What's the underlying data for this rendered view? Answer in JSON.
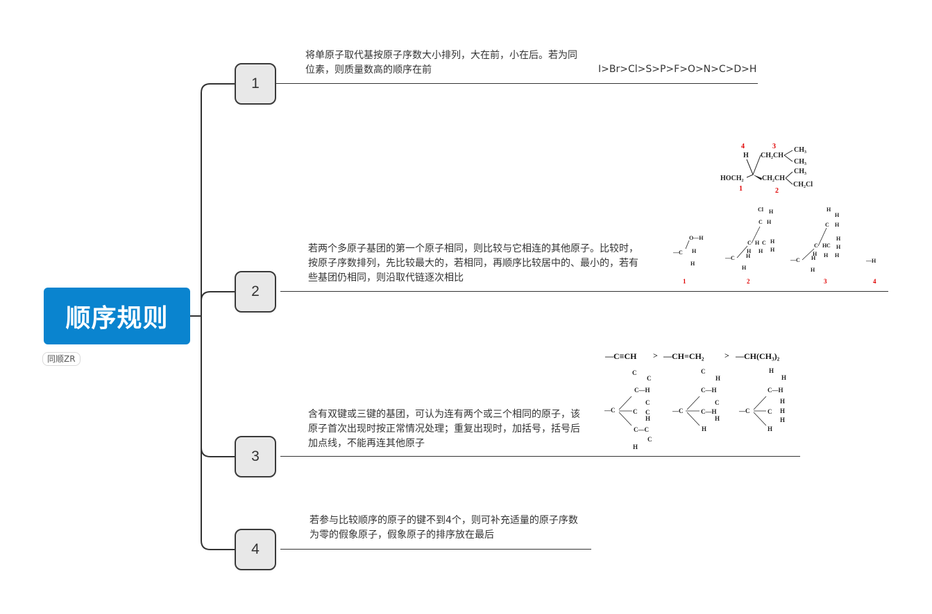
{
  "root": {
    "title": "顺序规则",
    "author": "同顺ZR"
  },
  "topics": [
    {
      "number": "1",
      "text": "将单原子取代基按原子序数大小排列，大在前，小在后。若为同位素，则质量数高的顺序在前",
      "order": "I>Br>Cl>S>P>F>O>N>C>D>H"
    },
    {
      "number": "2",
      "text": "若两个多原子基团的第一个原子相同，则比较与它相连的其他原子。比较时，按原子序数排列，先比较最大的，若相同，再顺序比较居中的、最小的，若有些基团仍相同，则沿取代链逐次相比"
    },
    {
      "number": "3",
      "text": "含有双键或三键的基团，可认为连有两个或三个相同的原子，该原子首次出现时按正常情况处理；重复出现时，加括号，括号后加点线，不能再连其他原子"
    },
    {
      "number": "4",
      "text": "若参与比较顺序的原子的键不到4个，则可补充适量的原子序数为零的假象原子，假象原子的排序放在最后"
    }
  ],
  "figure2": {
    "top_labels": [
      "4",
      "3",
      "1",
      "2"
    ],
    "top_groups": [
      "H",
      "HOCH₂",
      "CH₂CH",
      "CH₃",
      "CH₃",
      "CH₂CH",
      "CH₃",
      "CH₂Cl"
    ],
    "bottom_labels": [
      "1",
      "2",
      "3",
      "4"
    ]
  },
  "figure3": {
    "sequence": [
      "—C≡CH",
      ">",
      "—CH=CH₂",
      ">",
      "—CH(CH₃)₂"
    ]
  },
  "colors": {
    "root_bg": "#0a84cf",
    "node_bg": "#e8e8e8",
    "label_red": "#e00000"
  }
}
